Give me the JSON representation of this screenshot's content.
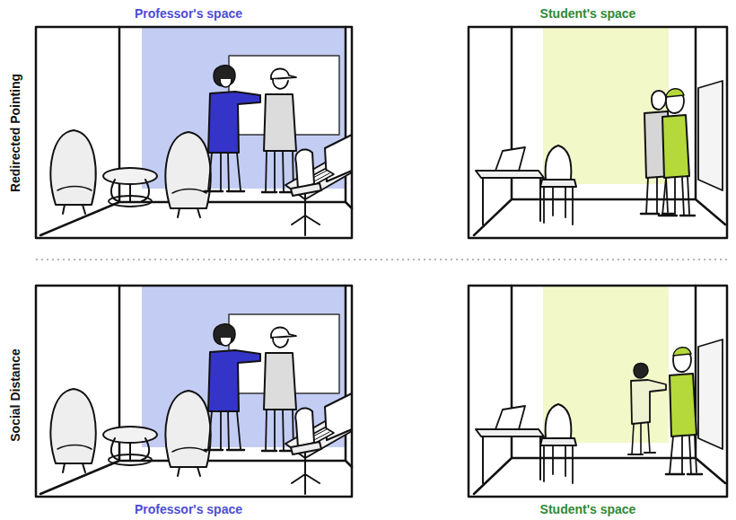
{
  "diagram": {
    "labels": [
      "Professor's space",
      "Student's space",
      "Redirected Pointing",
      "Social Distance",
      "Professor's space",
      "Student's space"
    ]
  }
}
